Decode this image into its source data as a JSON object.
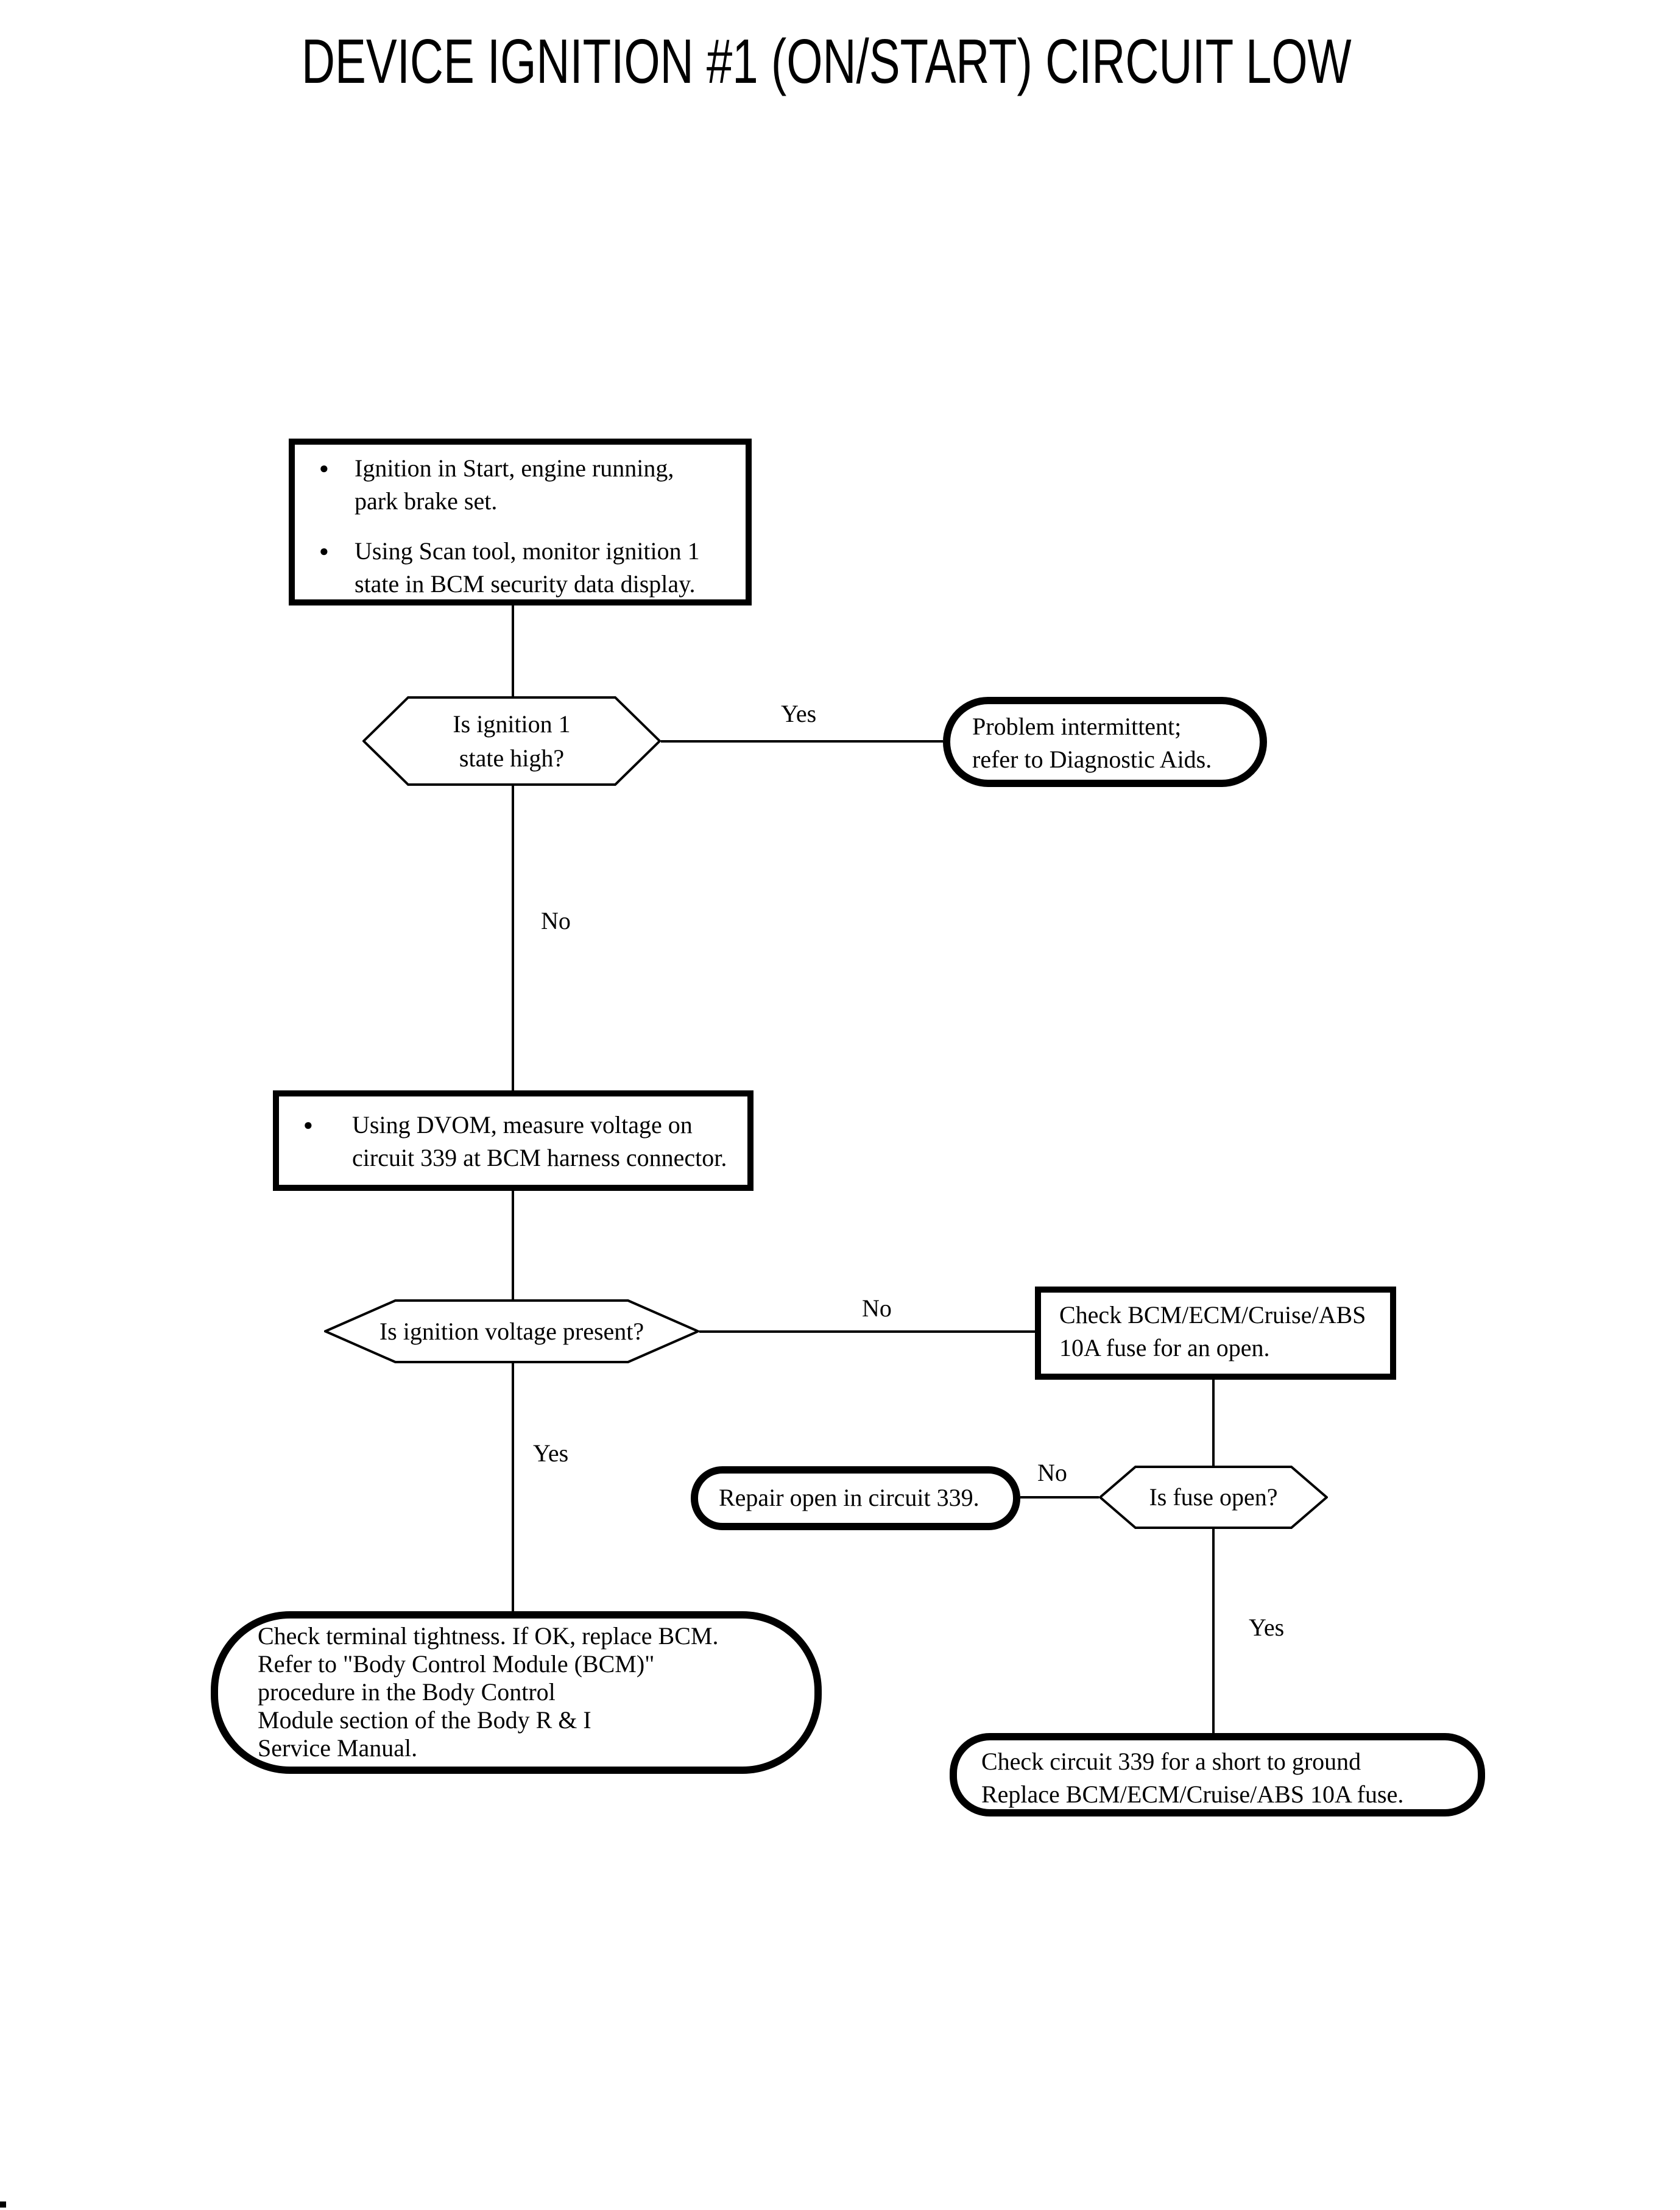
{
  "page": {
    "title": "DEVICE IGNITION #1 (ON/START) CIRCUIT LOW",
    "background_color": "#ffffff",
    "line_color": "#000000"
  },
  "glyphs": {
    "bullet": "●"
  },
  "nodes": {
    "setup": {
      "type": "process-box",
      "bullets": [
        {
          "lines": [
            "Ignition in Start, engine running,",
            "park brake set."
          ]
        },
        {
          "lines": [
            "Using Scan tool, monitor ignition 1",
            "state in BCM security data display."
          ]
        }
      ]
    },
    "ignition_state_decision": {
      "type": "decision-hexagon",
      "lines": [
        "Is ignition 1",
        "state high?"
      ]
    },
    "problem_intermittent": {
      "type": "terminal-rounded",
      "lines": [
        "Problem intermittent;",
        "refer to Diagnostic Aids."
      ]
    },
    "measure_voltage": {
      "type": "process-box",
      "bullets": [
        {
          "lines": [
            "Using DVOM, measure voltage on",
            "circuit 339 at BCM harness connector."
          ]
        }
      ]
    },
    "voltage_present_decision": {
      "type": "decision-hexagon",
      "lines": [
        "Is ignition voltage present?"
      ]
    },
    "check_fuse": {
      "type": "process-box",
      "lines": [
        "Check BCM/ECM/Cruise/ABS",
        "10A fuse for an open."
      ]
    },
    "check_terminal_tightness": {
      "type": "terminal-rounded",
      "lines": [
        "Check terminal tightness. If OK, replace BCM.",
        "Refer to \"Body Control Module (BCM)\"",
        "procedure in the Body Control",
        "Module section of the Body R & I",
        "Service Manual."
      ]
    },
    "fuse_open_decision": {
      "type": "decision-hexagon",
      "lines": [
        "Is fuse open?"
      ]
    },
    "repair_open": {
      "type": "terminal-rounded",
      "lines": [
        "Repair open in circuit 339."
      ]
    },
    "check_short_to_ground": {
      "type": "terminal-rounded",
      "lines": [
        "Check circuit 339 for a short to ground",
        "Replace BCM/ECM/Cruise/ABS 10A fuse."
      ]
    }
  },
  "edge_labels": {
    "ignition_state_yes": "Yes",
    "ignition_state_no": "No",
    "voltage_present_no": "No",
    "voltage_present_yes": "Yes",
    "fuse_open_no": "No",
    "fuse_open_yes": "Yes"
  }
}
